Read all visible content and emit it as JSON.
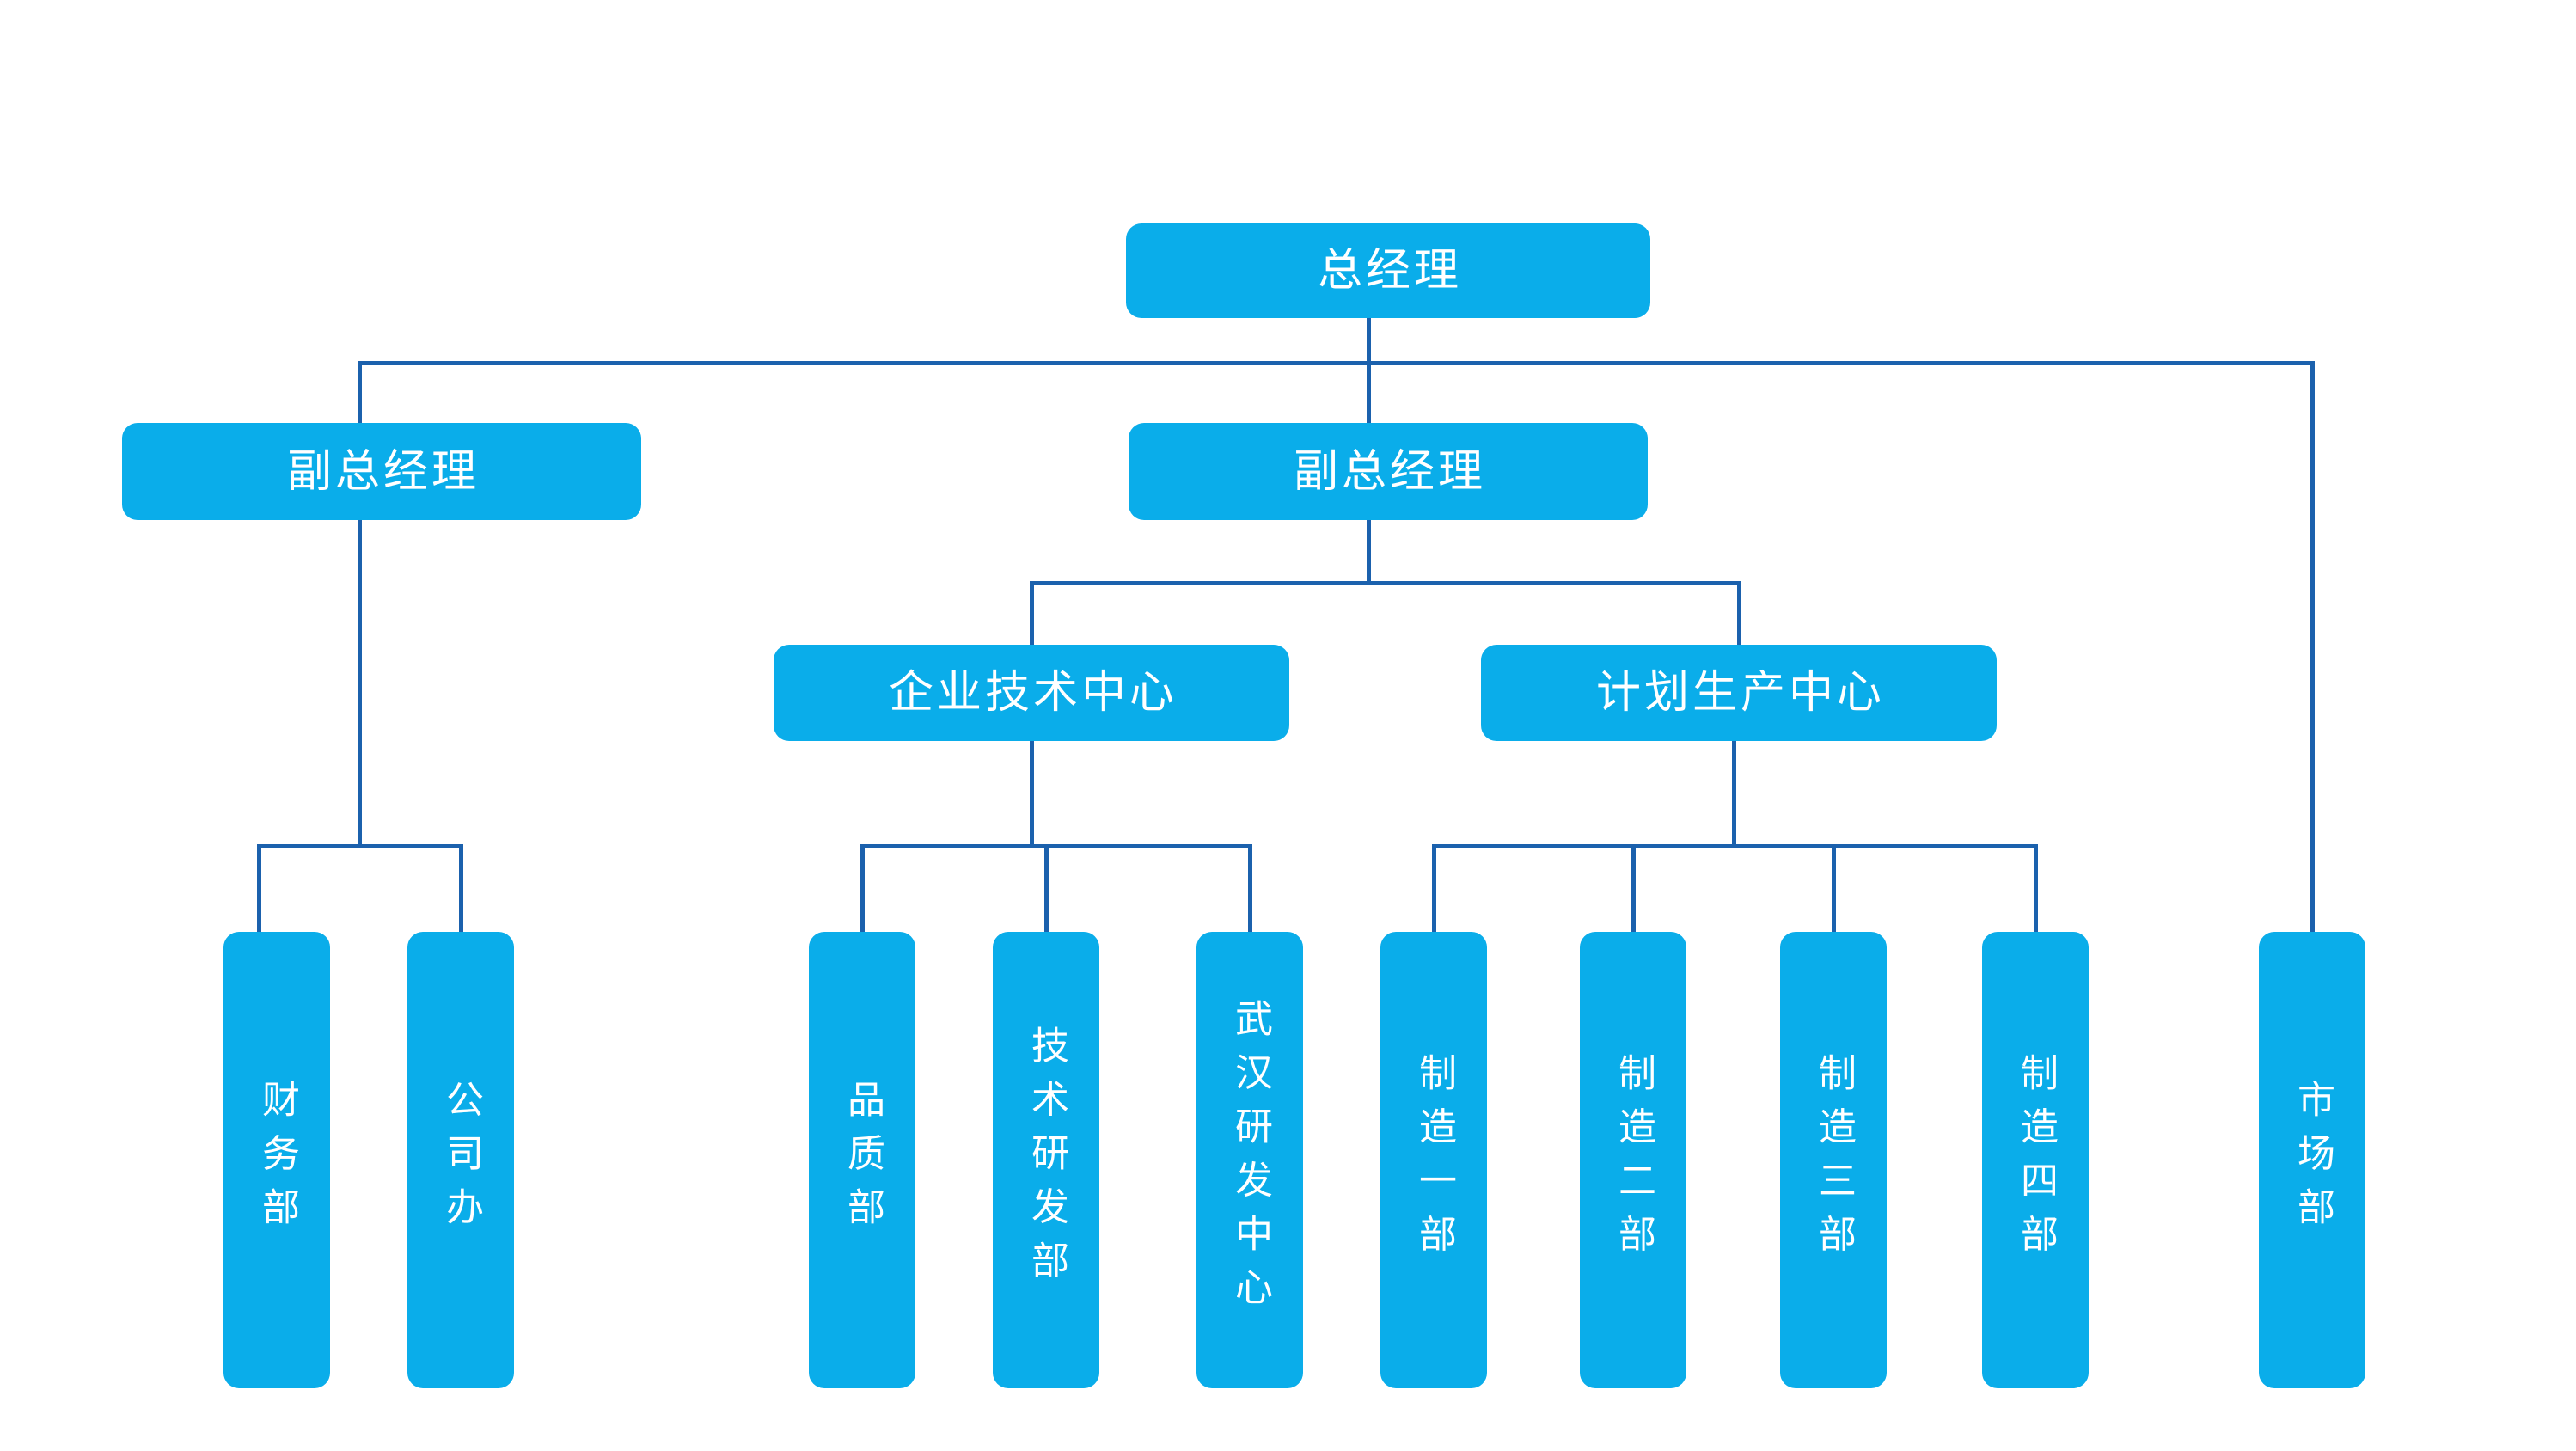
{
  "diagram": {
    "type": "org-chart",
    "colors": {
      "background": "#ffffff",
      "node_fill": "#0aadea",
      "node_text": "#ffffff",
      "connector": "#1b61ad"
    },
    "nodes": [
      {
        "id": "gm",
        "label": "总经理",
        "level": 1,
        "parent": null,
        "orientation": "horizontal"
      },
      {
        "id": "vgm-left",
        "label": "副总经理",
        "level": 2,
        "parent": "gm",
        "orientation": "horizontal"
      },
      {
        "id": "vgm-right",
        "label": "副总经理",
        "level": 2,
        "parent": "gm",
        "orientation": "horizontal"
      },
      {
        "id": "tech-center",
        "label": "企业技术中心",
        "level": 3,
        "parent": "vgm-right",
        "orientation": "horizontal"
      },
      {
        "id": "prod-center",
        "label": "计划生产中心",
        "level": 3,
        "parent": "vgm-right",
        "orientation": "horizontal"
      },
      {
        "id": "finance",
        "label": "财务部",
        "level": 4,
        "parent": "vgm-left",
        "orientation": "vertical"
      },
      {
        "id": "office",
        "label": "公司办",
        "level": 4,
        "parent": "vgm-left",
        "orientation": "vertical"
      },
      {
        "id": "quality",
        "label": "品质部",
        "level": 4,
        "parent": "tech-center",
        "orientation": "vertical"
      },
      {
        "id": "tech-rd",
        "label": "技术研发部",
        "level": 4,
        "parent": "tech-center",
        "orientation": "vertical"
      },
      {
        "id": "wuhan-rd",
        "label": "武汉研发中心",
        "level": 4,
        "parent": "tech-center",
        "orientation": "vertical"
      },
      {
        "id": "mfg-1",
        "label": "制造一部",
        "level": 4,
        "parent": "prod-center",
        "orientation": "vertical"
      },
      {
        "id": "mfg-2",
        "label": "制造二部",
        "level": 4,
        "parent": "prod-center",
        "orientation": "vertical"
      },
      {
        "id": "mfg-3",
        "label": "制造三部",
        "level": 4,
        "parent": "prod-center",
        "orientation": "vertical"
      },
      {
        "id": "mfg-4",
        "label": "制造四部",
        "level": 4,
        "parent": "prod-center",
        "orientation": "vertical"
      },
      {
        "id": "market",
        "label": "市场部",
        "level": 4,
        "parent": "gm",
        "orientation": "vertical"
      }
    ]
  }
}
